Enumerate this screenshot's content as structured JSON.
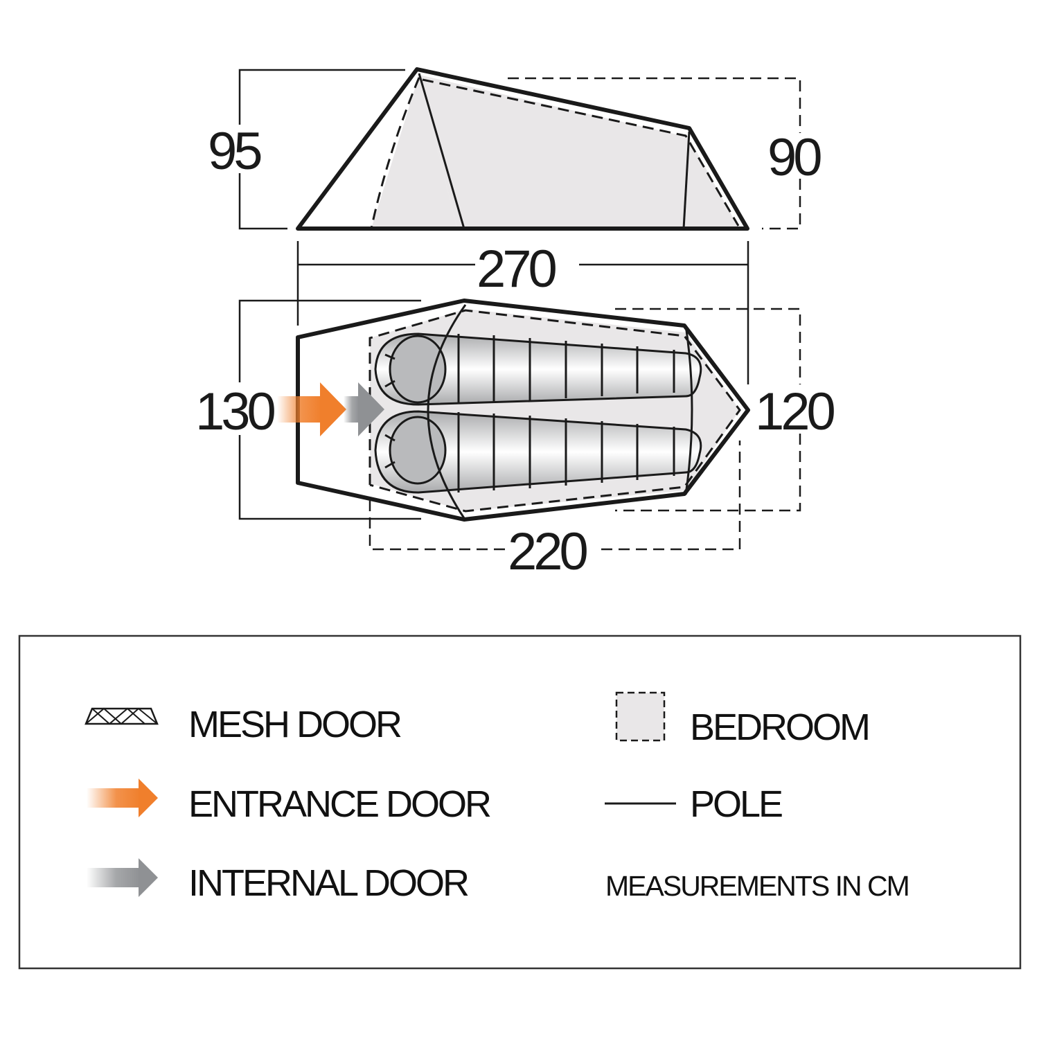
{
  "diagram": {
    "type": "tent-floorplan",
    "side_view": {
      "front_height": "95",
      "rear_height": "90",
      "overall_length": "270"
    },
    "top_view": {
      "front_width": "130",
      "rear_width": "120",
      "inner_length": "220",
      "sleeping_bags": 2
    }
  },
  "legend": {
    "items": [
      {
        "key": "mesh_door",
        "label": "MESH DOOR",
        "icon": "mesh-trapezoid-icon"
      },
      {
        "key": "entrance_door",
        "label": "ENTRANCE DOOR",
        "icon": "orange-arrow-icon"
      },
      {
        "key": "internal_door",
        "label": "INTERNAL DOOR",
        "icon": "grey-arrow-icon"
      },
      {
        "key": "bedroom",
        "label": "BEDROOM",
        "icon": "dashed-square-icon"
      },
      {
        "key": "pole",
        "label": "POLE",
        "icon": "line-icon"
      }
    ],
    "note": "MEASUREMENTS IN CM"
  },
  "colors": {
    "outline": "#1a1a1a",
    "bedroom_fill": "#e9e7e8",
    "entrance_arrow": "#f07f2c",
    "internal_arrow": "#8f9194",
    "head_fill": "#b9babc"
  }
}
